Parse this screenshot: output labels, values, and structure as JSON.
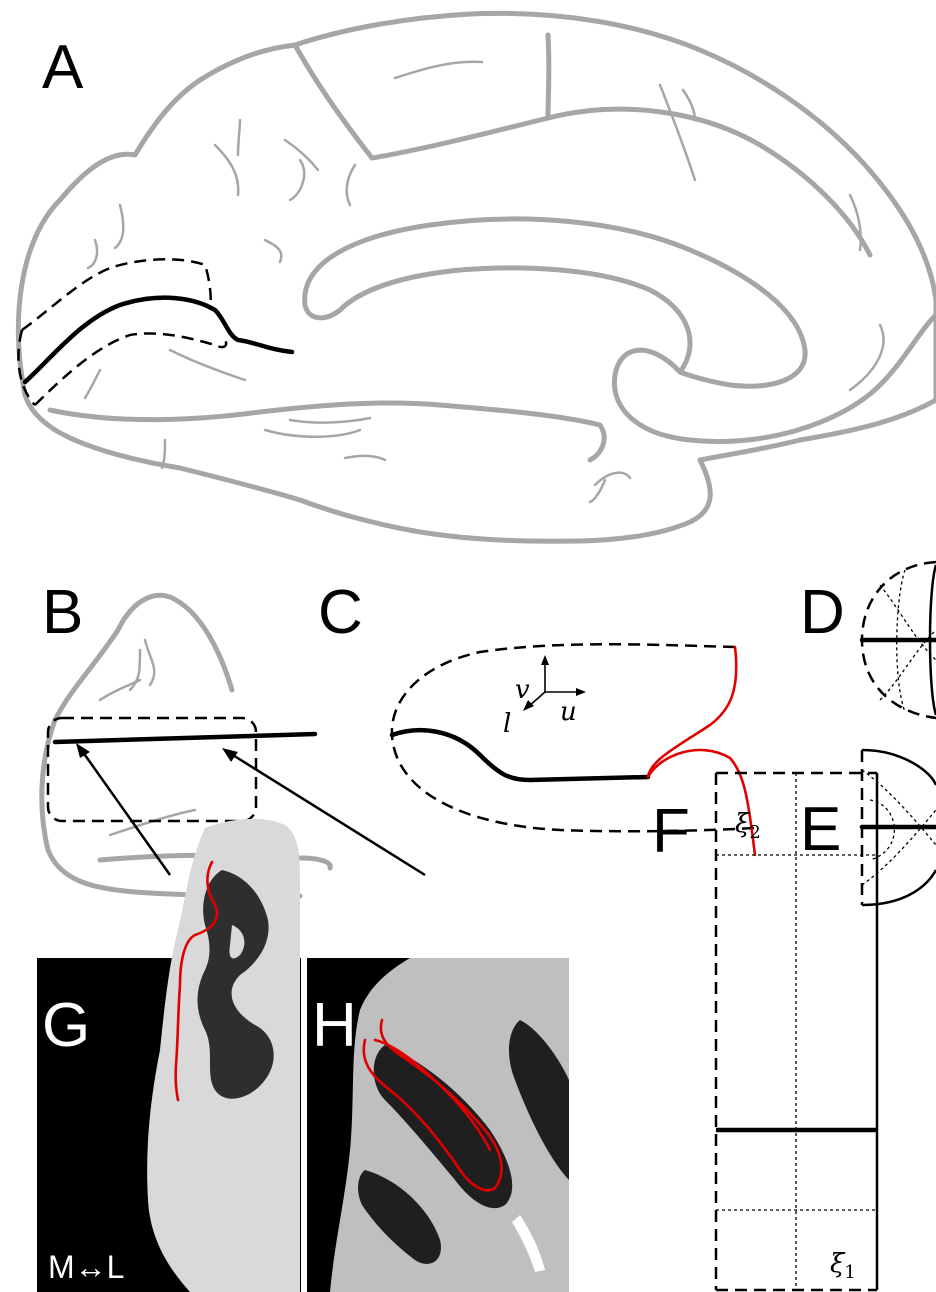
{
  "panels": {
    "a": "A",
    "b": "B",
    "c": "C",
    "d": "D",
    "e": "E",
    "f": "F",
    "g": "G",
    "h": "H"
  },
  "axes_c": {
    "v": "v",
    "u": "u",
    "l": "l"
  },
  "grid_f": {
    "xi2": "ξ",
    "xi2_sub": "2",
    "xi1": "ξ",
    "xi1_sub": "1"
  },
  "orientation_g": "M↔L",
  "colors": {
    "sulcal_outline": "#a6a6a6",
    "boundary": "#000000",
    "surface_trace": "#e00000"
  }
}
